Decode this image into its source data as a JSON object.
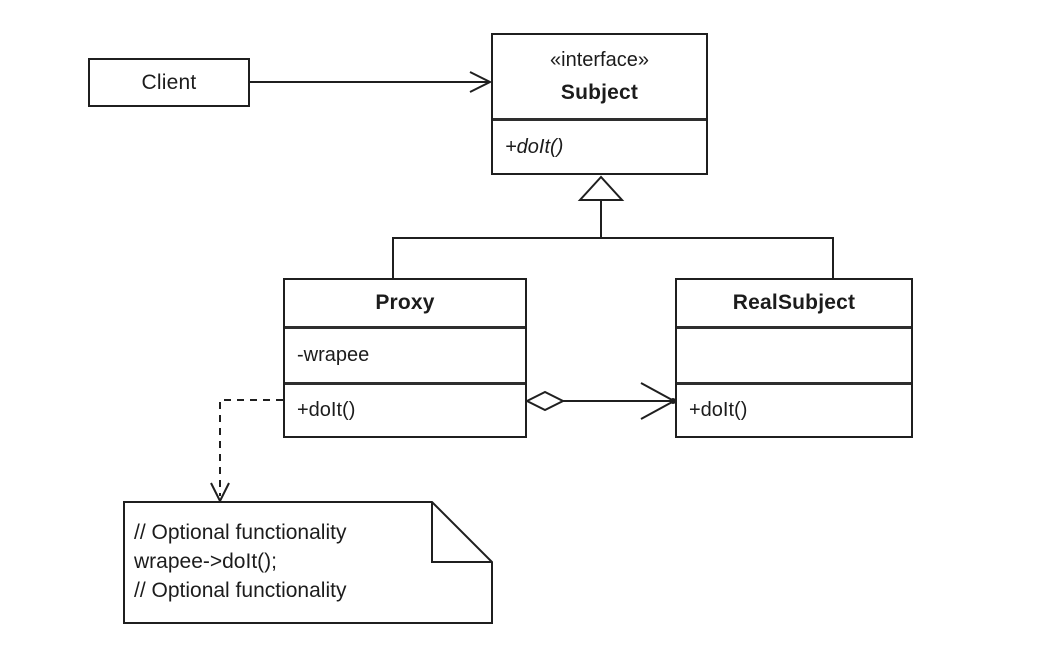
{
  "colors": {
    "line": "#1f1f1f",
    "background": "#ffffff",
    "shape_fill": "#ffffff"
  },
  "classes": {
    "client": {
      "name": "Client"
    },
    "subject": {
      "stereotype": "«interface»",
      "name": "Subject",
      "methods": [
        "+doIt()"
      ]
    },
    "proxy": {
      "name": "Proxy",
      "attributes": [
        "-wrapee"
      ],
      "methods": [
        "+doIt()"
      ]
    },
    "realSubject": {
      "name": "RealSubject",
      "attributes": [],
      "methods": [
        "+doIt()"
      ]
    }
  },
  "note": {
    "lines": [
      "// Optional functionality",
      "wrapee->doIt();",
      "// Optional functionality"
    ]
  },
  "relationships": [
    {
      "type": "association",
      "from": "Client",
      "to": "Subject"
    },
    {
      "type": "realization",
      "from": "Proxy",
      "to": "Subject"
    },
    {
      "type": "realization",
      "from": "RealSubject",
      "to": "Subject"
    },
    {
      "type": "aggregation-navigable",
      "from": "Proxy",
      "to": "RealSubject"
    },
    {
      "type": "dependency",
      "from": "Proxy.doIt()",
      "to": "note"
    }
  ]
}
